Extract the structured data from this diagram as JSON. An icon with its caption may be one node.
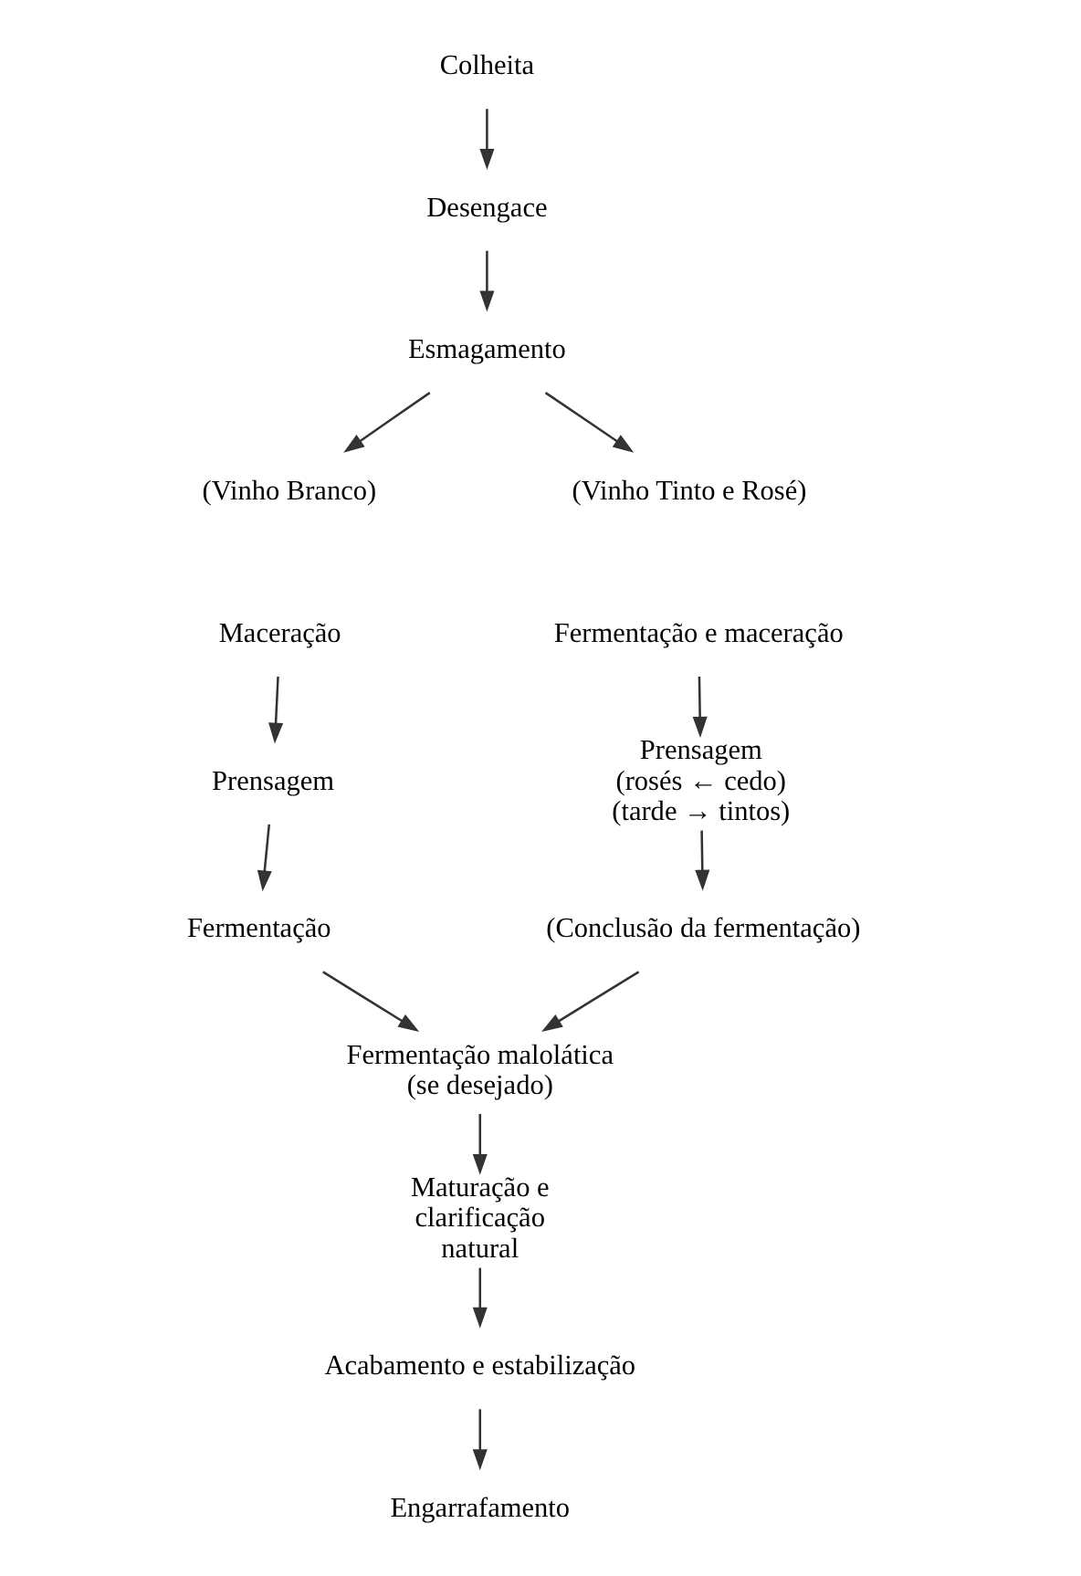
{
  "diagram": {
    "nodes": [
      {
        "text": [
          "Colheita"
        ]
      },
      {
        "text": [
          "Desengace"
        ]
      },
      {
        "text": [
          "Esmagamento"
        ]
      },
      {
        "text": [
          "(Vinho Branco)"
        ]
      },
      {
        "text": [
          "(Vinho Tinto e Rosé)"
        ]
      },
      {
        "text": [
          "Maceração"
        ]
      },
      {
        "text": [
          "Prensagem"
        ]
      },
      {
        "text": [
          "Fermentação"
        ]
      },
      {
        "text": [
          "Fermentação e maceração"
        ]
      },
      {
        "text": [
          "Prensagem",
          "(rosés ← cedo)",
          "(tarde → tintos)"
        ]
      },
      {
        "text": [
          "(Conclusão da fermentação)"
        ]
      },
      {
        "text": [
          "Fermentação malolática (se desejado)"
        ]
      },
      {
        "text": [
          "Maturação e clarificação natural"
        ]
      },
      {
        "text": [
          "Acabamento e estabilização"
        ]
      },
      {
        "text": [
          "Engarrafamento"
        ]
      }
    ],
    "edges": [
      {
        "from": 0,
        "to": 1,
        "arrow": "to"
      },
      {
        "from": 1,
        "to": 2,
        "arrow": "to"
      },
      {
        "from": 2,
        "to": 3,
        "arrow": "to"
      },
      {
        "from": 2,
        "to": 4,
        "arrow": "to"
      },
      {
        "from": 5,
        "to": 6,
        "arrow": "to"
      },
      {
        "from": 6,
        "to": 7,
        "arrow": "to"
      },
      {
        "from": 8,
        "to": 9,
        "arrow": "to"
      },
      {
        "from": 9,
        "to": 10,
        "arrow": "to"
      },
      {
        "from": 7,
        "to": 11,
        "arrow": "to"
      },
      {
        "from": 10,
        "to": 11,
        "arrow": "to"
      },
      {
        "from": 11,
        "to": 12,
        "arrow": "to"
      },
      {
        "from": 12,
        "to": 13,
        "arrow": "to"
      },
      {
        "from": 13,
        "to": 14,
        "arrow": "to"
      }
    ]
  }
}
